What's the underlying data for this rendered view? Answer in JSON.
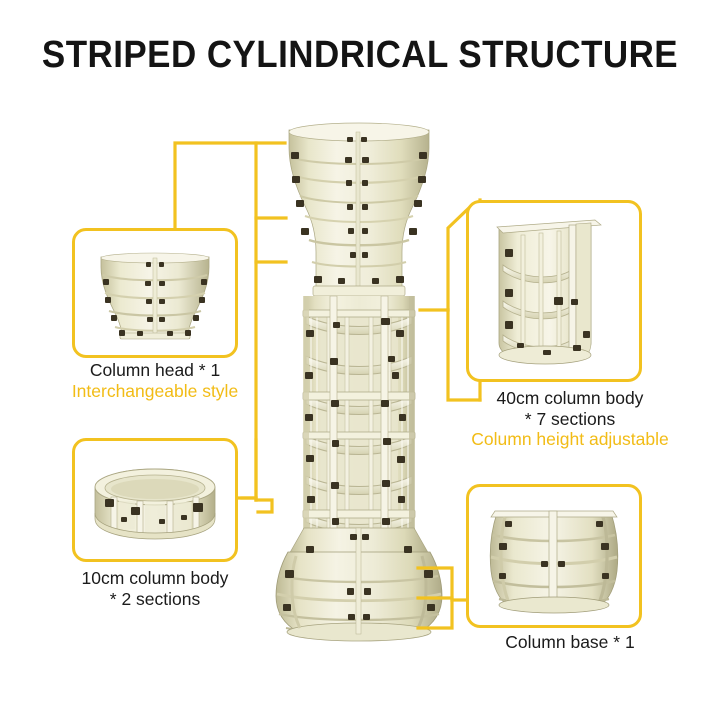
{
  "page": {
    "title": "STRIPED CYLINDRICAL STRUCTURE",
    "background_color": "#FFFFFF",
    "accent_color": "#F2C220",
    "highlight_text_color": "#F2BC16",
    "text_color": "#1B1B1B",
    "product_color_light": "#F2F0DC",
    "product_color_mid": "#E2DFBF",
    "product_color_shade": "#C8C49E",
    "bolt_color": "#3A3322"
  },
  "callouts": [
    {
      "id": "column-head",
      "icon": "column-head-photo",
      "line1": "Column head * 1",
      "line2": "Interchangeable style",
      "line2_color": "#F2BC16"
    },
    {
      "id": "column-body-40cm",
      "icon": "column-body-40cm-photo",
      "line1": "40cm column body",
      "line1b": "* 7 sections",
      "line2": "Column height adjustable",
      "line2_color": "#F2BC16"
    },
    {
      "id": "column-body-10cm",
      "icon": "column-body-10cm-photo",
      "line1": "10cm column body",
      "line1b": "* 2 sections",
      "line2": "",
      "line2_color": "#F2BC16"
    },
    {
      "id": "column-base",
      "icon": "column-base-photo",
      "line1": "Column base * 1",
      "line2": "",
      "line2_color": "#F2BC16"
    }
  ],
  "main_subject": {
    "name": "assembled-roman-column-mold",
    "parts": [
      "capital",
      "shaft",
      "base"
    ]
  }
}
